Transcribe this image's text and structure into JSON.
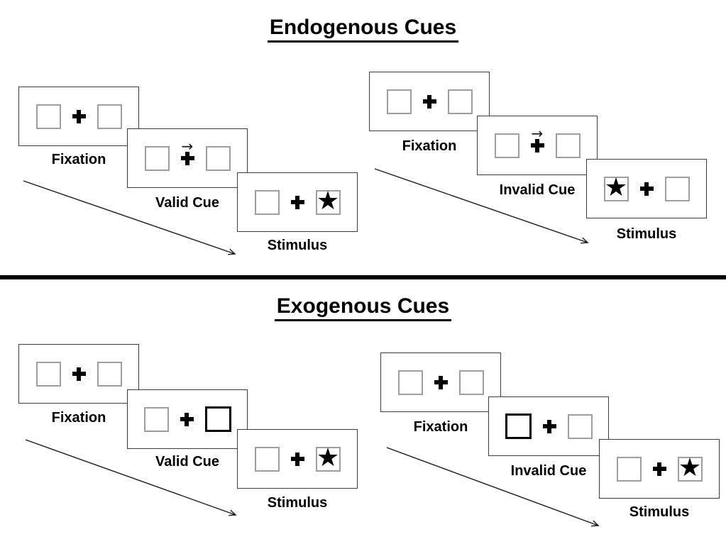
{
  "sections": [
    {
      "id": "endogenous",
      "title": "Endogenous Cues",
      "groups": [
        {
          "id": "valid",
          "panels": [
            {
              "label": "Fixation",
              "left_box": "empty",
              "center": "cross",
              "right_box": "empty"
            },
            {
              "label": "Valid Cue",
              "left_box": "empty",
              "center": "cross-with-right-arrow",
              "right_box": "empty"
            },
            {
              "label": "Stimulus",
              "left_box": "empty",
              "center": "cross",
              "right_box": "star"
            }
          ]
        },
        {
          "id": "invalid",
          "panels": [
            {
              "label": "Fixation",
              "left_box": "empty",
              "center": "cross",
              "right_box": "empty"
            },
            {
              "label": "Invalid Cue",
              "left_box": "empty",
              "center": "cross-with-right-arrow",
              "right_box": "empty"
            },
            {
              "label": "Stimulus",
              "left_box": "star",
              "center": "cross",
              "right_box": "empty"
            }
          ]
        }
      ]
    },
    {
      "id": "exogenous",
      "title": "Exogenous Cues",
      "groups": [
        {
          "id": "valid",
          "panels": [
            {
              "label": "Fixation",
              "left_box": "empty",
              "center": "cross",
              "right_box": "empty"
            },
            {
              "label": "Valid Cue",
              "left_box": "empty",
              "center": "cross",
              "right_box": "thick-outline"
            },
            {
              "label": "Stimulus",
              "left_box": "empty",
              "center": "cross",
              "right_box": "star"
            }
          ]
        },
        {
          "id": "invalid",
          "panels": [
            {
              "label": "Fixation",
              "left_box": "empty",
              "center": "cross",
              "right_box": "empty"
            },
            {
              "label": "Invalid Cue",
              "left_box": "thick-outline",
              "center": "cross",
              "right_box": "empty"
            },
            {
              "label": "Stimulus",
              "left_box": "empty",
              "center": "cross",
              "right_box": "star"
            }
          ]
        }
      ]
    }
  ],
  "icons": {
    "fixation_cross": "heavy-plus-css-shape",
    "stimulus_star": "★",
    "cue_arrow": "→"
  },
  "colors": {
    "ink": "#000000",
    "panel_border": "#3c3c3c",
    "box_border": "#9e9e9e",
    "background": "#ffffff"
  }
}
